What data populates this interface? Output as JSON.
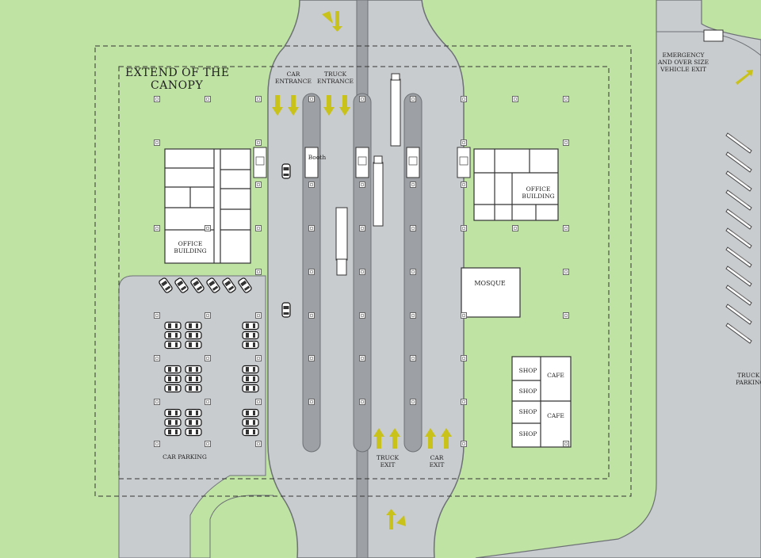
{
  "labels": {
    "canopy_line1": "EXTEND OF THE",
    "canopy_line2": "CANOPY",
    "car_entrance_1": "CAR",
    "car_entrance_2": "ENTRANCE",
    "truck_entrance_1": "TRUCK",
    "truck_entrance_2": "ENTRANCE",
    "booth": "Booth",
    "office_left_1": "OFFICE",
    "office_left_2": "BUILDING",
    "office_right_1": "OFFICE",
    "office_right_2": "BUILDING",
    "mosque": "MOSQUE",
    "shop": "SHOP",
    "cafe": "CAFE",
    "car_parking": "CAR PARKING",
    "truck_exit_1": "TRUCK",
    "truck_exit_2": "EXIT",
    "car_exit_1": "CAR",
    "car_exit_2": "EXIT",
    "emergency_1": "EMERGENCY",
    "emergency_2": "AND OVER SIZE",
    "emergency_3": "VEHICLE EXIT",
    "truck_parking_1": "TRUCK",
    "truck_parking_2": "PARKING"
  },
  "colors": {
    "grass": "#bfe3a3",
    "road": "#c9cccf",
    "road_edge": "#6d7175",
    "island": "#9da1a5",
    "building": "#ffffff",
    "arrow": "#c8c21a",
    "dash": "#333333"
  }
}
